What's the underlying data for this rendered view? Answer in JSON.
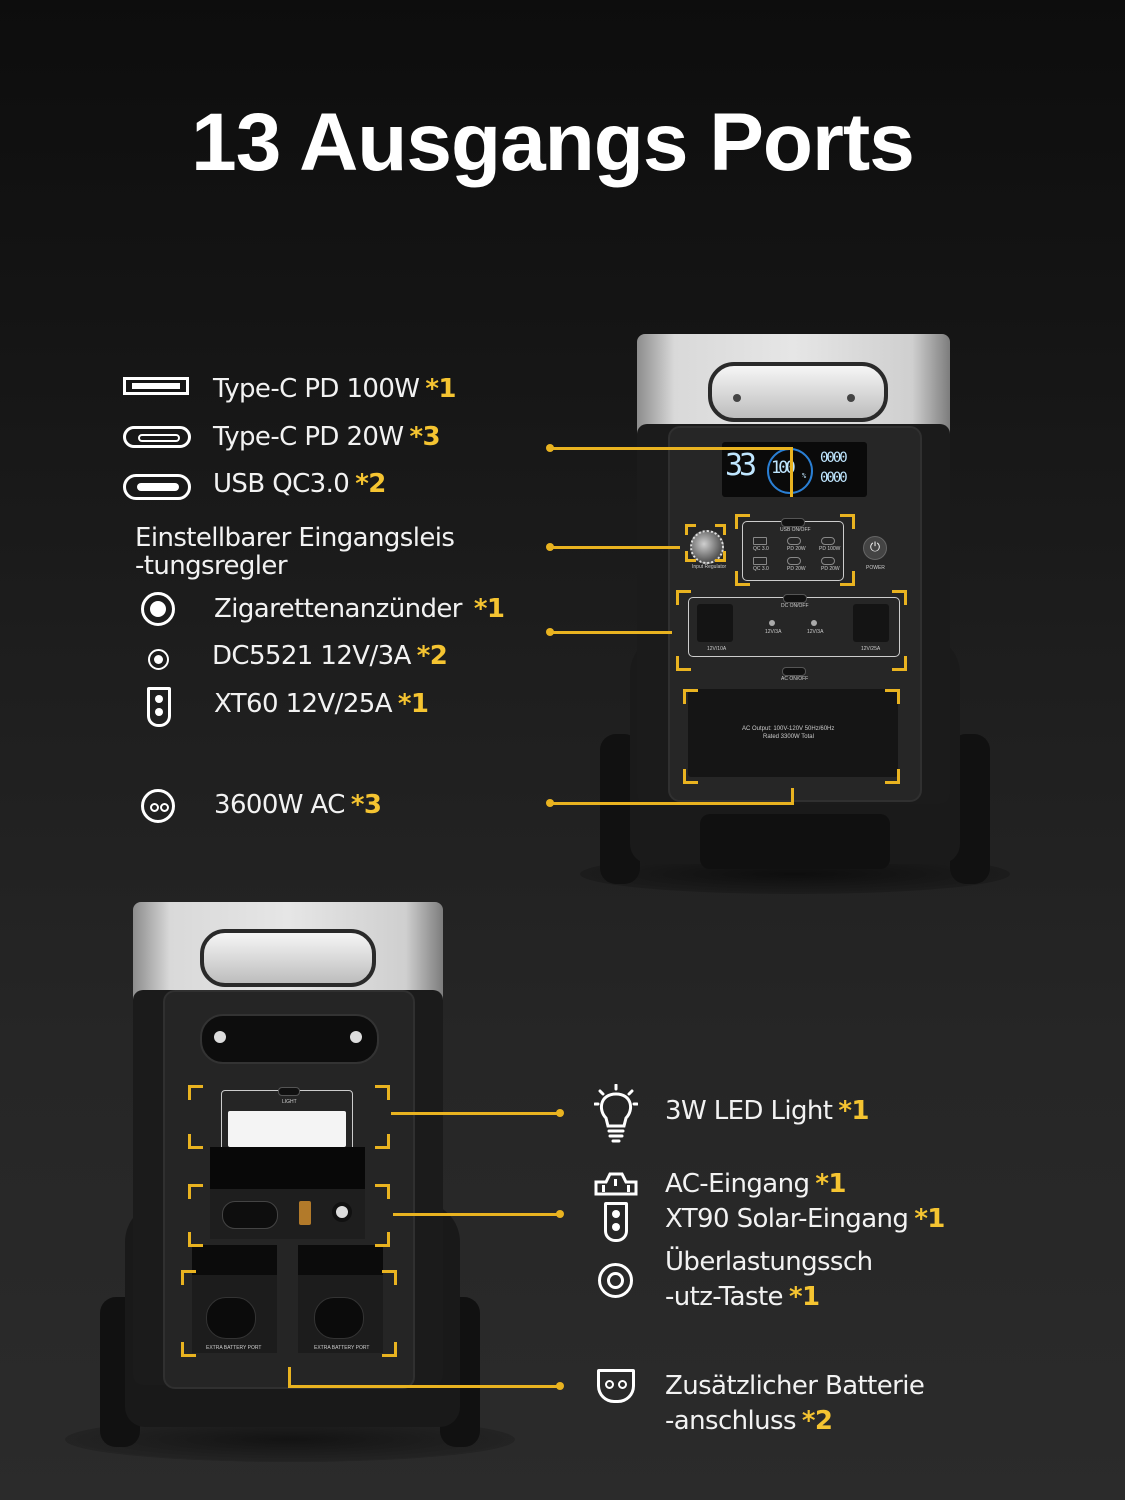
{
  "title": "13 Ausgangs Ports",
  "accent_color": "#f5c431",
  "front_ports": [
    {
      "icon": "usb-a-icon",
      "label": "Type-C PD 100W",
      "qty": "*1"
    },
    {
      "icon": "usb-c-icon",
      "label": "Type-C PD 20W",
      "qty": "*3"
    },
    {
      "icon": "usb-c-thick-icon",
      "label": "USB QC3.0",
      "qty": "*2"
    },
    {
      "icon": "",
      "label_line1": "Einstellbarer Eingangsleis",
      "label_line2": "-tungsregler",
      "qty": ""
    },
    {
      "icon": "car-socket-icon",
      "label": "Zigarettenanzünder",
      "qty": "*1"
    },
    {
      "icon": "dc-barrel-icon",
      "label": "DC5521 12V/3A",
      "qty": "*2"
    },
    {
      "icon": "xt60-icon",
      "label": "XT60 12V/25A",
      "qty": "*1"
    },
    {
      "icon": "ac-outlet-icon",
      "label": "3600W AC",
      "qty": "*3"
    }
  ],
  "back_ports": [
    {
      "icon": "light-bulb-icon",
      "label": "3W LED Light",
      "qty": "*1"
    },
    {
      "icon": "ac-inlet-icon",
      "label": "AC-Eingang",
      "qty": "*1"
    },
    {
      "icon": "xt90-icon",
      "label": "XT90 Solar-Eingang",
      "qty": "*1"
    },
    {
      "icon": "overload-button-icon",
      "label_line1": "Überlastungssch",
      "label_line2": "-utz-Taste",
      "qty": "*1"
    },
    {
      "icon": "battery-port-icon",
      "label_line1": "Zusätzlicher Batterie",
      "label_line2": "-anschluss",
      "qty": "*2"
    }
  ],
  "device_front": {
    "display": {
      "left_value": "33",
      "center_value": "100",
      "percent": "%",
      "right_top": "0000",
      "right_bottom": "0000"
    },
    "usb_panel": {
      "switch_label": "USB ON/OFF",
      "ports": [
        "QC 3.0",
        "PD 20W",
        "PD 100W",
        "QC 3.0",
        "PD 20W",
        "PD 20W"
      ]
    },
    "knob_label": "Input Regulator",
    "power_label": "POWER",
    "dc_panel": {
      "switch_label": "DC ON/OFF",
      "ports": [
        "12V/10A",
        "12V/3A",
        "12V/3A",
        "12V/25A"
      ]
    },
    "ac_switch_label": "AC ON/OFF",
    "ac_panel_text_line1": "AC Output: 100V-120V 50Hz/60Hz",
    "ac_panel_text_line2": "Rated 3300W Total"
  },
  "device_back": {
    "light_label": "LIGHT",
    "battery_port_label": "EXTRA BATTERY PORT"
  }
}
